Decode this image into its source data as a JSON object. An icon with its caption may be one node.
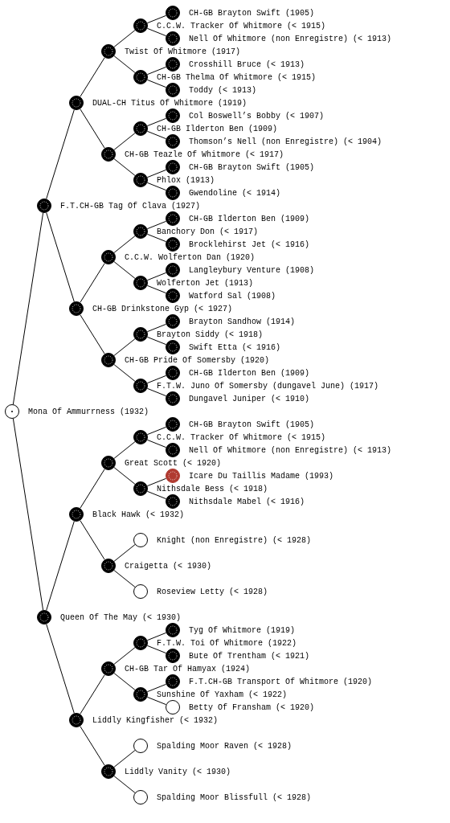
{
  "diagram": {
    "nodes": [
      {
        "text": [
          "CH-GB Brayton Swift (1905)"
        ]
      },
      {
        "text": [
          "C.C.W. Tracker Of Whitmore (< 1915)"
        ]
      },
      {
        "text": [
          "Nell Of Whitmore (non Enregistre) (< 1913)"
        ]
      },
      {
        "text": [
          "Twist Of Whitmore (1917)"
        ]
      },
      {
        "text": [
          "Crosshill Bruce (< 1913)"
        ]
      },
      {
        "text": [
          "CH-GB Thelma Of Whitmore (< 1915)"
        ]
      },
      {
        "text": [
          "Toddy (< 1913)"
        ]
      },
      {
        "text": [
          "DUAL-CH Titus Of Whitmore (1919)"
        ]
      },
      {
        "text": [
          "Col Boswell’s Bobby (< 1907)"
        ]
      },
      {
        "text": [
          "CH-GB Ilderton Ben (1909)"
        ]
      },
      {
        "text": [
          "Thomson’s Nell (non Enregistre) (< 1904)"
        ]
      },
      {
        "text": [
          "CH-GB Teazle Of Whitmore (< 1917)"
        ]
      },
      {
        "text": [
          "CH-GB Brayton Swift (1905)"
        ]
      },
      {
        "text": [
          "Phlox (1913)"
        ]
      },
      {
        "text": [
          "Gwendoline (< 1914)"
        ]
      },
      {
        "text": [
          "F.T.CH-GB Tag Of Clava (1927)"
        ]
      },
      {
        "text": [
          "CH-GB Ilderton Ben (1909)"
        ]
      },
      {
        "text": [
          "Banchory Don (< 1917)"
        ]
      },
      {
        "text": [
          "Brocklehirst Jet (< 1916)"
        ]
      },
      {
        "text": [
          "C.C.W. Wolferton Dan (1920)"
        ]
      },
      {
        "text": [
          "Langleybury Venture (1908)"
        ]
      },
      {
        "text": [
          "Wolferton Jet (1913)"
        ]
      },
      {
        "text": [
          "Watford Sal (1908)"
        ]
      },
      {
        "text": [
          "CH-GB Drinkstone Gyp (< 1927)"
        ]
      },
      {
        "text": [
          "Brayton Sandhow (1914)"
        ]
      },
      {
        "text": [
          "Brayton Siddy (< 1918)"
        ]
      },
      {
        "text": [
          "Swift Etta (< 1916)"
        ]
      },
      {
        "text": [
          "CH-GB Pride Of Somersby (1920)"
        ]
      },
      {
        "text": [
          "CH-GB Ilderton Ben (1909)"
        ]
      },
      {
        "text": [
          "F.T.W. Juno Of Somersby (dungavel June) (1917)"
        ]
      },
      {
        "text": [
          "Dungavel Juniper (< 1910)"
        ]
      },
      {
        "text": [
          "Mona Of Ammurrness (1932)"
        ]
      },
      {
        "text": [
          "CH-GB Brayton Swift (1905)"
        ]
      },
      {
        "text": [
          "C.C.W. Tracker Of Whitmore (< 1915)"
        ]
      },
      {
        "text": [
          "Nell Of Whitmore (non Enregistre) (< 1913)"
        ]
      },
      {
        "text": [
          "Great Scott (< 1920)"
        ]
      },
      {
        "text": [
          "Icare Du Taillis Madame (1993)"
        ]
      },
      {
        "text": [
          "Nithsdale Bess (< 1918)"
        ]
      },
      {
        "text": [
          "Nithsdale Mabel (< 1916)"
        ]
      },
      {
        "text": [
          "Black Hawk (< 1932)"
        ]
      },
      {
        "text": [
          "Knight (non Enregistre) (< 1928)"
        ]
      },
      {
        "text": [
          "Craigetta (< 1930)"
        ]
      },
      {
        "text": [
          "Roseview Letty (< 1928)"
        ]
      },
      {
        "text": [
          "Queen Of The May (< 1930)"
        ]
      },
      {
        "text": [
          "Tyg Of Whitmore (1919)"
        ]
      },
      {
        "text": [
          "F.T.W. Toi Of Whitmore (1922)"
        ]
      },
      {
        "text": [
          "Bute Of Trentham (< 1921)"
        ]
      },
      {
        "text": [
          "CH-GB Tar Of Hamyax (1924)"
        ]
      },
      {
        "text": [
          "F.T.CH-GB Transport Of Whitmore (1920)"
        ]
      },
      {
        "text": [
          "Sunshine Of Yaxham (< 1922)"
        ]
      },
      {
        "text": [
          "Betty Of Fransham (< 1920)"
        ]
      },
      {
        "text": [
          "Liddly Kingfisher (< 1932)"
        ]
      },
      {
        "text": [
          "Spalding Moor Raven (< 1928)"
        ]
      },
      {
        "text": [
          "Liddly Vanity (< 1930)"
        ]
      },
      {
        "text": [
          "Spalding Moor Blissfull (< 1928)"
        ]
      }
    ],
    "edges": [
      {
        "from": 1,
        "to": 0,
        "arrow": "none"
      },
      {
        "from": 3,
        "to": 1,
        "arrow": "none"
      },
      {
        "from": 1,
        "to": 2,
        "arrow": "none"
      },
      {
        "from": 7,
        "to": 3,
        "arrow": "none"
      },
      {
        "from": 5,
        "to": 4,
        "arrow": "none"
      },
      {
        "from": 3,
        "to": 5,
        "arrow": "none"
      },
      {
        "from": 5,
        "to": 6,
        "arrow": "none"
      },
      {
        "from": 15,
        "to": 7,
        "arrow": "none"
      },
      {
        "from": 9,
        "to": 8,
        "arrow": "none"
      },
      {
        "from": 11,
        "to": 9,
        "arrow": "none"
      },
      {
        "from": 9,
        "to": 10,
        "arrow": "none"
      },
      {
        "from": 7,
        "to": 11,
        "arrow": "none"
      },
      {
        "from": 13,
        "to": 12,
        "arrow": "none"
      },
      {
        "from": 11,
        "to": 13,
        "arrow": "none"
      },
      {
        "from": 13,
        "to": 14,
        "arrow": "none"
      },
      {
        "from": 31,
        "to": 15,
        "arrow": "none"
      },
      {
        "from": 17,
        "to": 16,
        "arrow": "none"
      },
      {
        "from": 19,
        "to": 17,
        "arrow": "none"
      },
      {
        "from": 17,
        "to": 18,
        "arrow": "none"
      },
      {
        "from": 23,
        "to": 19,
        "arrow": "none"
      },
      {
        "from": 21,
        "to": 20,
        "arrow": "none"
      },
      {
        "from": 19,
        "to": 21,
        "arrow": "none"
      },
      {
        "from": 21,
        "to": 22,
        "arrow": "none"
      },
      {
        "from": 15,
        "to": 23,
        "arrow": "none"
      },
      {
        "from": 25,
        "to": 24,
        "arrow": "none"
      },
      {
        "from": 27,
        "to": 25,
        "arrow": "none"
      },
      {
        "from": 25,
        "to": 26,
        "arrow": "none"
      },
      {
        "from": 23,
        "to": 27,
        "arrow": "none"
      },
      {
        "from": 29,
        "to": 28,
        "arrow": "none"
      },
      {
        "from": 27,
        "to": 29,
        "arrow": "none"
      },
      {
        "from": 29,
        "to": 30,
        "arrow": "none"
      },
      {
        "from": 33,
        "to": 32,
        "arrow": "none"
      },
      {
        "from": 35,
        "to": 33,
        "arrow": "none"
      },
      {
        "from": 33,
        "to": 34,
        "arrow": "none"
      },
      {
        "from": 39,
        "to": 35,
        "arrow": "none"
      },
      {
        "from": 37,
        "to": 36,
        "arrow": "none"
      },
      {
        "from": 35,
        "to": 37,
        "arrow": "none"
      },
      {
        "from": 37,
        "to": 38,
        "arrow": "none"
      },
      {
        "from": 43,
        "to": 39,
        "arrow": "none"
      },
      {
        "from": 41,
        "to": 40,
        "arrow": "none"
      },
      {
        "from": 39,
        "to": 41,
        "arrow": "none"
      },
      {
        "from": 41,
        "to": 42,
        "arrow": "none"
      },
      {
        "from": 31,
        "to": 43,
        "arrow": "none"
      },
      {
        "from": 45,
        "to": 44,
        "arrow": "none"
      },
      {
        "from": 47,
        "to": 45,
        "arrow": "none"
      },
      {
        "from": 45,
        "to": 46,
        "arrow": "none"
      },
      {
        "from": 51,
        "to": 47,
        "arrow": "none"
      },
      {
        "from": 49,
        "to": 48,
        "arrow": "none"
      },
      {
        "from": 47,
        "to": 49,
        "arrow": "none"
      },
      {
        "from": 49,
        "to": 50,
        "arrow": "none"
      },
      {
        "from": 43,
        "to": 51,
        "arrow": "none"
      },
      {
        "from": 53,
        "to": 52,
        "arrow": "none"
      },
      {
        "from": 51,
        "to": 53,
        "arrow": "none"
      },
      {
        "from": 53,
        "to": 54,
        "arrow": "none"
      }
    ]
  }
}
